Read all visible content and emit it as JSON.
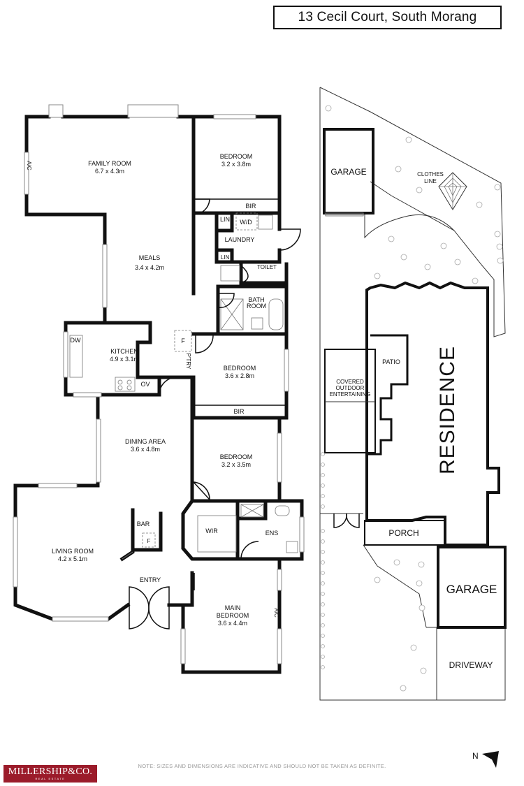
{
  "title": "13 Cecil Court, South Morang",
  "rooms": {
    "family_room": {
      "name": "FAMILY ROOM",
      "dims": "6.7 x 4.3m"
    },
    "bedroom_top": {
      "name": "BEDROOM",
      "dims": "3.2 x 3.8m"
    },
    "bir_top": "BIR",
    "lin_top": "LIN",
    "wd": "W/D",
    "laundry": "LAUNDRY",
    "lin_bottom": "LIN",
    "toilet": "TOILET",
    "meals": {
      "name": "MEALS",
      "dims": "3.4 x 4.2m"
    },
    "bathroom_line1": "BATH",
    "bathroom_line2": "ROOM",
    "kitchen": {
      "name": "KITCHEN",
      "dims": "4.9 x 3.1m"
    },
    "dw": "DW",
    "ov": "OV",
    "fridge_kitchen": "F",
    "pantry": "P'TRY",
    "bedroom_mid": {
      "name": "BEDROOM",
      "dims": "3.6 x 2.8m"
    },
    "bir_mid": "BIR",
    "dining": {
      "name": "DINING AREA",
      "dims": "3.6 x 4.8m"
    },
    "bedroom_low": {
      "name": "BEDROOM",
      "dims": "3.2 x 3.5m"
    },
    "bar": "BAR",
    "fridge_bar": "F",
    "living": {
      "name": "LIVING ROOM",
      "dims": "4.2 x 5.1m"
    },
    "wir": "WIR",
    "ens": "ENS",
    "entry": "ENTRY",
    "main_bedroom": {
      "name1": "MAIN",
      "name2": "BEDROOM",
      "dims": "3.6 x 4.4m"
    },
    "ac_family": "A/C",
    "ac_main": "A/C"
  },
  "site": {
    "garage_small": "GARAGE",
    "clothes_line1": "CLOTHES",
    "clothes_line2": "LINE",
    "patio": "PATIO",
    "covered1": "COVERED",
    "covered2": "OUTDOOR",
    "covered3": "ENTERTAINING",
    "residence": "RESIDENCE",
    "porch": "PORCH",
    "garage_large": "GARAGE",
    "driveway": "DRIVEWAY"
  },
  "note": "NOTE: SIZES AND DIMENSIONS ARE INDICATIVE AND SHOULD NOT BE TAKEN AS DEFINITE.",
  "logo": {
    "main": "MILLERSHIP&CO.",
    "sub": "REAL ESTATE"
  },
  "north": "N"
}
